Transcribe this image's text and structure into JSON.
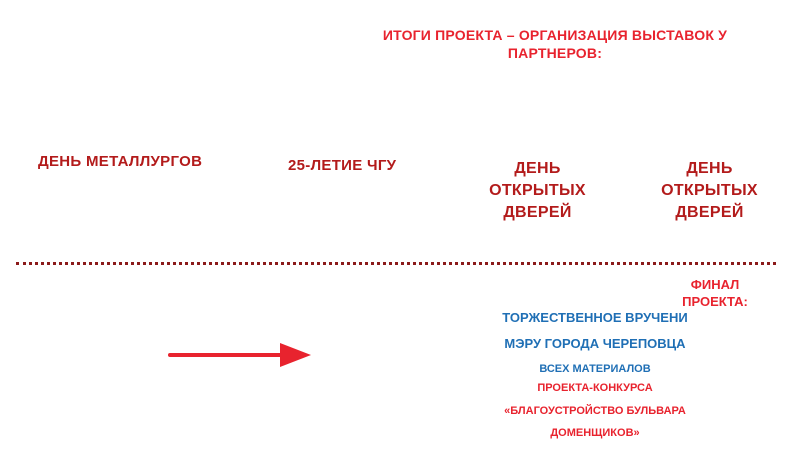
{
  "title": {
    "line1": "ИТОГИ ПРОЕКТА – ОРГАНИЗАЦИЯ ВЫСТАВОК У",
    "line2": "ПАРТНЕРОВ:"
  },
  "events": [
    {
      "lines": [
        "ДЕНЬ МЕТАЛЛУРГОВ"
      ]
    },
    {
      "lines": [
        "25-ЛЕТИЕ ЧГУ"
      ]
    },
    {
      "lines": [
        "ДЕНЬ",
        "ОТКРЫТЫХ",
        "ДВЕРЕЙ"
      ]
    },
    {
      "lines": [
        "ДЕНЬ",
        "ОТКРЫТЫХ",
        "ДВЕРЕЙ"
      ]
    }
  ],
  "final": {
    "line1": "ФИНАЛ",
    "line2": "ПРОЕКТА:"
  },
  "ceremony": {
    "line1": "ТОРЖЕСТВЕННОЕ ВРУЧЕНИ",
    "line2": "МЭРУ ГОРОДА ЧЕРЕПОВЦА",
    "line3": "ВСЕХ МАТЕРИАЛОВ"
  },
  "project": {
    "line1": "ПРОЕКТА-КОНКУРСА",
    "line2": "«БЛАГОУСТРОЙСТВО БУЛЬВАРА",
    "line3": "ДОМЕНЩИКОВ»"
  },
  "icons": {
    "arrow": "arrow-right-icon"
  },
  "colors": {
    "title_red": "#e8232e",
    "event_dark_red": "#b31b1b",
    "ceremony_blue": "#1f6fb5",
    "timeline_dots": "#8b1a1a"
  }
}
